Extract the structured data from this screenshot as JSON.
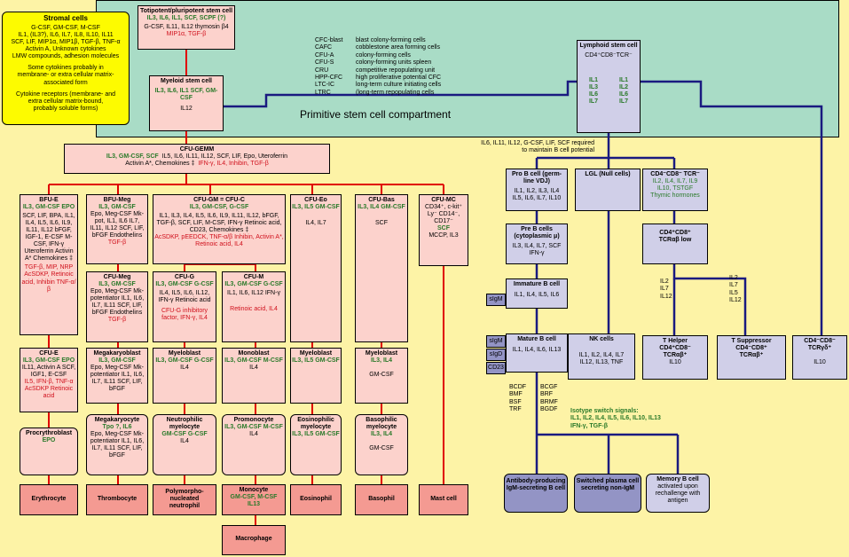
{
  "colors": {
    "background": "#fdf3a6",
    "primitive": "#a9dcc6",
    "pink": "#fcd2cc",
    "salmon": "#f49a92",
    "lavender": "#d0cfe8",
    "purple": "#9394c5",
    "green": "#2a7a2a",
    "red": "#d0101c",
    "red_line": "#e00000",
    "blue_line": "#1a1a80"
  },
  "primitive_label": "Primitive stem cell compartment",
  "stromal": {
    "title": "Stromal cells",
    "lines": [
      "G-CSF, GM-CSF, M-CSF",
      "IL1, (IL3?), IL6, IL7, IL8, IL10, IL11",
      "SCF, LIF, MIP1α, MIP1β, TGF-β, TNF-α",
      "Activin A, Unknown cytokines",
      "LMW compounds, adhesion molecules",
      "",
      "Some cytokines probably in",
      "membrane- or extra cellular matrix-",
      "associated form",
      "",
      "Cytokine receptors (membrane- and",
      "extra cellular matrix-bound,",
      "probably soluble forms)"
    ]
  },
  "abbreviations": [
    [
      "CFC-blast",
      "blast colony-forming cells"
    ],
    [
      "CAFC",
      "cobblestone area forming cells"
    ],
    [
      "CFU-A",
      "colony-forming cells"
    ],
    [
      "CFU-S",
      "colony-forming units spleen"
    ],
    [
      "CRU",
      "competitive repopulating unit"
    ],
    [
      "HPP-CFC",
      "high proliferative potential CFC"
    ],
    [
      "LTC-IC",
      "long-term culture initiating cells"
    ],
    [
      "LTRC",
      "(long-term repopulating cells"
    ]
  ],
  "stem": {
    "title": "Totipotent/pluripotent stem cell",
    "green": "IL3, IL6, IL1, SCF, SCPF (?)",
    "black": "G-CSF, IL11, IL12 thymosin β4",
    "red": "MIP1α, TGF-β"
  },
  "myeloid_stem": {
    "title": "Myeloid stem cell",
    "green": "IL3, IL6, IL1 SCF, GM-CSF",
    "black": "IL12"
  },
  "lymphoid_stem": {
    "title": "Lymphoid stem cell",
    "line2": "CD4⁺CD8⁻TCR⁻",
    "col1": [
      "IL1",
      "IL3",
      "IL6",
      "IL7"
    ],
    "col2": [
      "IL1",
      "IL2",
      "IL6",
      "IL7"
    ]
  },
  "lymphoid_note": "IL6, IL11, IL12, G-CSF, LIF, SCF required to maintain B cell potential",
  "cfu_gemm": {
    "title": "CFU-GEMM",
    "green": "IL3, GM-CSF, SCF",
    "black": "IL5, IL6, IL11, IL12, SCF, LIF, Epo, Uteroferrin",
    "black2": "Activin A*, Chemokines ‡",
    "red": "IFN-γ, IL4, Inhibin, TGF-β"
  },
  "bfu_e": {
    "title": "BFU-E",
    "green": "IL3, GM-CSF EPO",
    "black": "SCF, LIF, BPA, IL1, IL4, IL5, IL6, IL9, IL11, IL12 bFGF, IGF-1, E-CSF M-CSF, IFN-γ Uteroferrin Activin A* Chemokines ‡",
    "red": "TGF-β, MIP, NRP AcSDKP, Retinoic acid, Inhibin TNF-α/β"
  },
  "cfu_e": {
    "title": "CFU-E",
    "green": "IL3, GM-CSF EPO",
    "black": "IL11, Activin A SCF, IGF1, E-CSF",
    "red": "IL5, IFN-β, TNF-α AcSDKP Retinoic acid"
  },
  "proerythro": {
    "title": "Procrythroblast",
    "green": "EPO"
  },
  "bfu_meg": {
    "title": "BFU-Meg",
    "green": "IL3, GM-CSF",
    "black": "Epo, Meg-CSF Mk-pot, IL1, IL6 IL7, IL11, IL12 SCF, LIF, bFGF Endothelins",
    "red": "TGF-β"
  },
  "cfu_meg": {
    "title": "CFU-Meg",
    "green": "IL3, GM-CSF",
    "black": "Epo, Meg-CSF Mk-potentiator IL1, IL6, IL7, IL11 SCF, LIF, bFGF Endothelins",
    "red": "TGF-β"
  },
  "megakaryoblast": {
    "title": "Megakaryoblast",
    "green": "IL3, GM-CSF",
    "black": "Epo, Meg-CSF Mk-potentiator IL1, IL6, IL7, IL11 SCF, LIF, bFGF"
  },
  "megakaryocyte": {
    "title": "Megakaryocyte",
    "green": "Tpo ?, IL6",
    "black": "Epo, Meg-CSF Mk-potentiator IL1, IL6, IL7, IL11 SCF, LIF, bFGF"
  },
  "cfu_gm": {
    "title": "CFU-GM = CFU-C",
    "green": "IL3, GM-CSF, G-CSF",
    "black": "IL1, IL3, IL4, IL5, IL6, IL9, IL11, IL12, bFGF, TGF-β, SCF, LIF, M-CSF, IFN-γ Retinoic acid, CD23, Chemokines ‡",
    "red": "AcSDKP, pEEDCK, TNF-α/β Inhibin, Activin A*, Retinoic acid, IL4"
  },
  "cfu_g": {
    "title": "CFU-G",
    "green": "IL3, GM-CSF G-CSF",
    "black": "IL4, IL5, IL6, IL12, IFN-γ Retinoic acid",
    "red": "CFU-G inhibitory factor, IFN-γ, IL4"
  },
  "cfu_m": {
    "title": "CFU-M",
    "green": "IL3, GM-CSF G-CSF",
    "black": "IL1, IL6, IL12 IFN-γ",
    "red": "Retinoic acid, IL4"
  },
  "myeloblast1": {
    "title": "Myeloblast",
    "green": "IL3, GM-CSF G-CSF",
    "black": "IL4"
  },
  "monoblast": {
    "title": "Monoblast",
    "green": "IL3, GM-CSF M-CSF",
    "black": "IL4"
  },
  "neutro_myelo": {
    "title": "Neutrophilic myelocyte",
    "green": "GM-CSF G-CSF",
    "black": "IL4"
  },
  "promonocyte": {
    "title": "Promonocyte",
    "green": "IL3, GM-CSF M-CSF",
    "black": "IL4"
  },
  "cfu_eo": {
    "title": "CFU-Eo",
    "green": "IL3, IL5 GM-CSF",
    "black": "IL4, IL7"
  },
  "myeloblast2": {
    "title": "Myeloblast",
    "green": "IL3, IL5 GM-CSF",
    "black": ""
  },
  "eosino_myelo": {
    "title": "Eosinophilic myelocyte",
    "green": "IL3, IL5 GM-CSF",
    "black": ""
  },
  "cfu_bas": {
    "title": "CFU-Bas",
    "green": "IL3, IL4 GM-CSF",
    "black": "SCF"
  },
  "myeloblast3": {
    "title": "Myeloblast",
    "green": "IL3, IL4",
    "black": "GM-CSF"
  },
  "baso_myelo": {
    "title": "Basophilic myelocyte",
    "green": "IL3, IL4",
    "black": "GM-CSF"
  },
  "cfu_mc": {
    "title": "CFU-MC",
    "black": "CD34⁺, c-kit⁺ Ly⁻ CD14⁻, CD17⁻",
    "green": "SCF",
    "black2": "MCCP, IL3"
  },
  "finals": {
    "erythrocyte": "Erythrocyte",
    "thrombocyte": "Thrombocyte",
    "neutrophil": "Polymorpho-nucleated neutrophil",
    "monocyte": "Monocyte",
    "monocyte_g": "GM-CSF, M-CSF IL13",
    "macrophage": "Macrophage",
    "eosinophil": "Eosinophil",
    "basophil": "Basophil",
    "mast": "Mast cell"
  },
  "pro_b": {
    "title": "Pro B cell (germ-line VDJ)",
    "l1": "IL1, IL2, IL3, IL4",
    "l2": "IL5, IL6, IL7, IL10"
  },
  "pre_b": {
    "title": "Pre B cells (cytoplasmic μ)",
    "l1": "IL3, IL4, IL7, SCF",
    "l2": "IFN-γ"
  },
  "immature_b": {
    "title": "Immature B cell",
    "l1": "IL1, IL4, IL5, IL6",
    "tag": "sIgM"
  },
  "mature_b": {
    "title": "Mature B cell",
    "l1": "IL1, IL4, IL6, IL13",
    "tags": [
      "sIgM",
      "sIgD",
      "CD23"
    ]
  },
  "b_factors": {
    "col1": [
      "BCDF",
      "BMF",
      "BSF",
      "TRF"
    ],
    "col2": [
      "BCGF",
      "BRF",
      "BRMF",
      "BGDF"
    ]
  },
  "isotype": {
    "title": "Isotype switch signals:",
    "l1": "IL1, IL2, IL4, IL5, IL6, IL10, IL13",
    "l2": "IFN-γ, TGF-β"
  },
  "lgl": {
    "title": "LGL (Null cells)"
  },
  "nk": {
    "title": "NK cells",
    "l1": "IL1, IL2, IL4, IL7",
    "l2": "IL12, IL13, TNF"
  },
  "thymo1": {
    "title": "CD4⁻CD8⁻ TCR⁻",
    "l1": "IL2, IL4, IL7, IL9",
    "l2": "IL10, TSTGF",
    "l3": "Thymic hormones"
  },
  "thymo2": {
    "title": "CD4⁺CD8⁺",
    "l2": "TCRαβ low"
  },
  "t_col1": [
    "IL2",
    "IL7",
    "IL12"
  ],
  "t_col2": [
    "IL2",
    "IL7",
    "IL5",
    "IL12"
  ],
  "t_helper": {
    "title": "T Helper",
    "l1": "CD4⁺CD8⁻",
    "l2": "TCRαβ⁺",
    "l3": "IL10"
  },
  "t_supp": {
    "title": "T Suppressor",
    "l1": "CD4⁻CD8⁺",
    "l2": "TCRαβ⁺"
  },
  "t_gd": {
    "title": "CD4⁻CD8⁻",
    "l1": "TCRγδ⁺",
    "l3": "IL10"
  },
  "antibody": {
    "title": "Antibody-producing IgM-secreting B cell"
  },
  "switched": {
    "title": "Switched plasma cell secreting non-IgM"
  },
  "memory": {
    "title": "Memory B cell",
    "l1": "activated upon rechallenge with antigen"
  }
}
